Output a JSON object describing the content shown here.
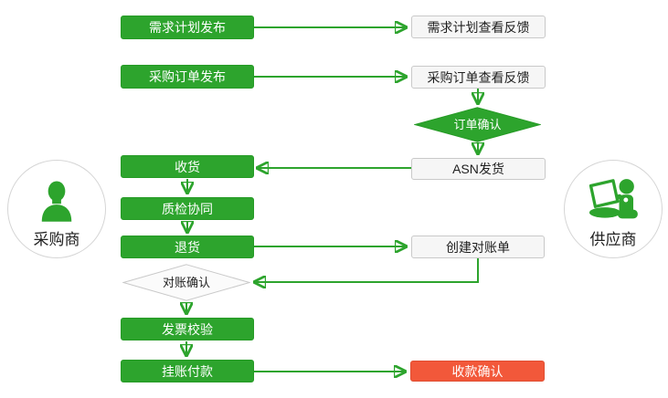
{
  "actors": {
    "buyer": {
      "label": "采购商"
    },
    "supplier": {
      "label": "供应商"
    }
  },
  "nodes": {
    "demand_plan_publish": {
      "label": "需求计划发布"
    },
    "po_publish": {
      "label": "采购订单发布"
    },
    "receive_goods": {
      "label": "收货"
    },
    "quality_collaboration": {
      "label": "质检协同"
    },
    "return_goods": {
      "label": "退货"
    },
    "reconciliation_confirm": {
      "label": "对账确认"
    },
    "invoice_verification": {
      "label": "发票校验"
    },
    "booked_payment": {
      "label": "挂账付款"
    },
    "demand_plan_feedback": {
      "label": "需求计划查看反馈"
    },
    "po_feedback": {
      "label": "采购订单查看反馈"
    },
    "order_confirm": {
      "label": "订单确认"
    },
    "asn_shipping": {
      "label": "ASN发货"
    },
    "create_statement": {
      "label": "创建对账单"
    },
    "payment_receipt_confirm": {
      "label": "收款确认"
    }
  },
  "colors": {
    "process_green": "#2da42d",
    "confirm_red": "#f2583a",
    "doc_background": "#f6f6f6",
    "doc_border": "#c9c9c9",
    "connector_green": "#2da42d"
  }
}
